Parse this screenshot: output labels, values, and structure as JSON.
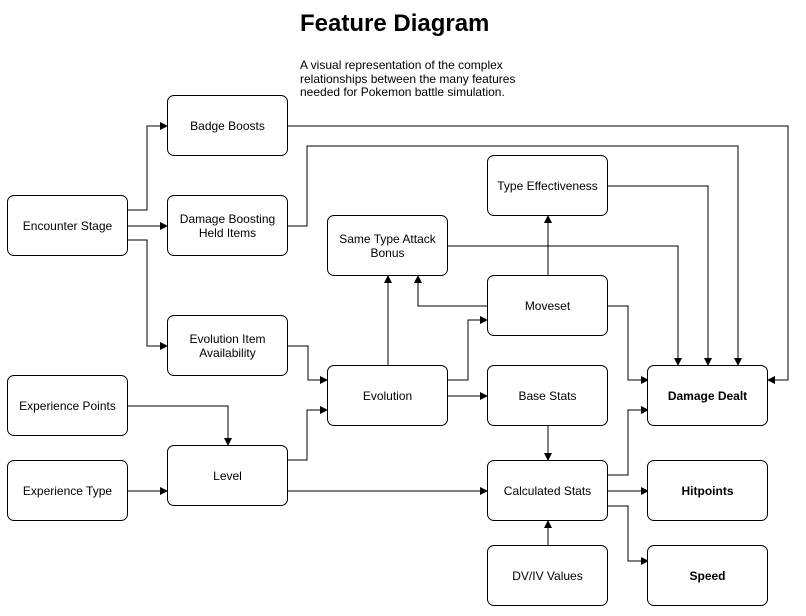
{
  "title": "Feature Diagram",
  "description": "A visual representation of the complex relationships between the many features needed for Pokemon battle simulation.",
  "nodes": {
    "badge_boosts": "Badge Boosts",
    "encounter_stage": "Encounter Stage",
    "damage_boosting_held_items": "Damage Boosting Held Items",
    "type_effectiveness": "Type Effectiveness",
    "same_type_attack_bonus": "Same Type Attack Bonus",
    "moveset": "Moveset",
    "evolution_item_availability": "Evolution Item Availability",
    "experience_points": "Experience Points",
    "evolution": "Evolution",
    "base_stats": "Base Stats",
    "damage_dealt": "Damage Dealt",
    "experience_type": "Experience Type",
    "level": "Level",
    "calculated_stats": "Calculated Stats",
    "hitpoints": "Hitpoints",
    "dv_iv_values": "DV/IV Values",
    "speed": "Speed"
  },
  "edges": [
    {
      "from": "Encounter Stage",
      "to": "Badge Boosts"
    },
    {
      "from": "Encounter Stage",
      "to": "Damage Boosting Held Items"
    },
    {
      "from": "Encounter Stage",
      "to": "Evolution Item Availability"
    },
    {
      "from": "Badge Boosts",
      "to": "Damage Dealt"
    },
    {
      "from": "Damage Boosting Held Items",
      "to": "Damage Dealt"
    },
    {
      "from": "Type Effectiveness",
      "to": "Damage Dealt"
    },
    {
      "from": "Same Type Attack Bonus",
      "to": "Damage Dealt"
    },
    {
      "from": "Moveset",
      "to": "Type Effectiveness"
    },
    {
      "from": "Moveset",
      "to": "Same Type Attack Bonus"
    },
    {
      "from": "Moveset",
      "to": "Damage Dealt"
    },
    {
      "from": "Evolution Item Availability",
      "to": "Evolution"
    },
    {
      "from": "Evolution",
      "to": "Same Type Attack Bonus"
    },
    {
      "from": "Evolution",
      "to": "Moveset"
    },
    {
      "from": "Evolution",
      "to": "Base Stats"
    },
    {
      "from": "Experience Points",
      "to": "Level"
    },
    {
      "from": "Experience Type",
      "to": "Level"
    },
    {
      "from": "Level",
      "to": "Evolution"
    },
    {
      "from": "Level",
      "to": "Calculated Stats"
    },
    {
      "from": "Base Stats",
      "to": "Calculated Stats"
    },
    {
      "from": "DV/IV Values",
      "to": "Calculated Stats"
    },
    {
      "from": "Calculated Stats",
      "to": "Damage Dealt"
    },
    {
      "from": "Calculated Stats",
      "to": "Hitpoints"
    },
    {
      "from": "Calculated Stats",
      "to": "Speed"
    }
  ]
}
